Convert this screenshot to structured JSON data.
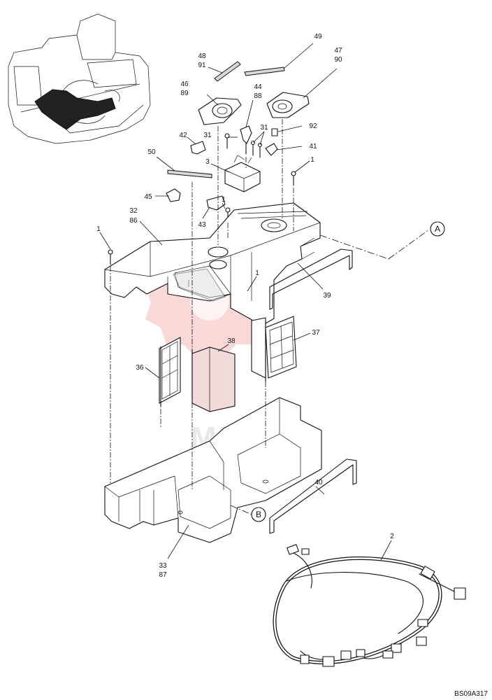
{
  "diagram": {
    "drawing_code": "BS09A317",
    "watermark_text": "MITEX",
    "callouts": {
      "c49": "49",
      "c47": "47",
      "c90": "90",
      "c48": "48",
      "c91": "91",
      "c46": "46",
      "c89": "89",
      "c44": "44",
      "c88": "88",
      "c31a": "31",
      "c31b": "31",
      "c92": "92",
      "c42": "42",
      "c41": "41",
      "c3": "3",
      "c1a": "1",
      "c50": "50",
      "c45": "45",
      "c1b": "1",
      "c43": "43",
      "c32": "32",
      "c86": "86",
      "c1c": "1",
      "c1d": "1",
      "c39": "39",
      "c38": "38",
      "c37": "37",
      "c36": "36",
      "c40": "40",
      "c33": "33",
      "c87": "87",
      "c2": "2"
    },
    "view_markers": {
      "a": "A",
      "b": "B"
    }
  }
}
